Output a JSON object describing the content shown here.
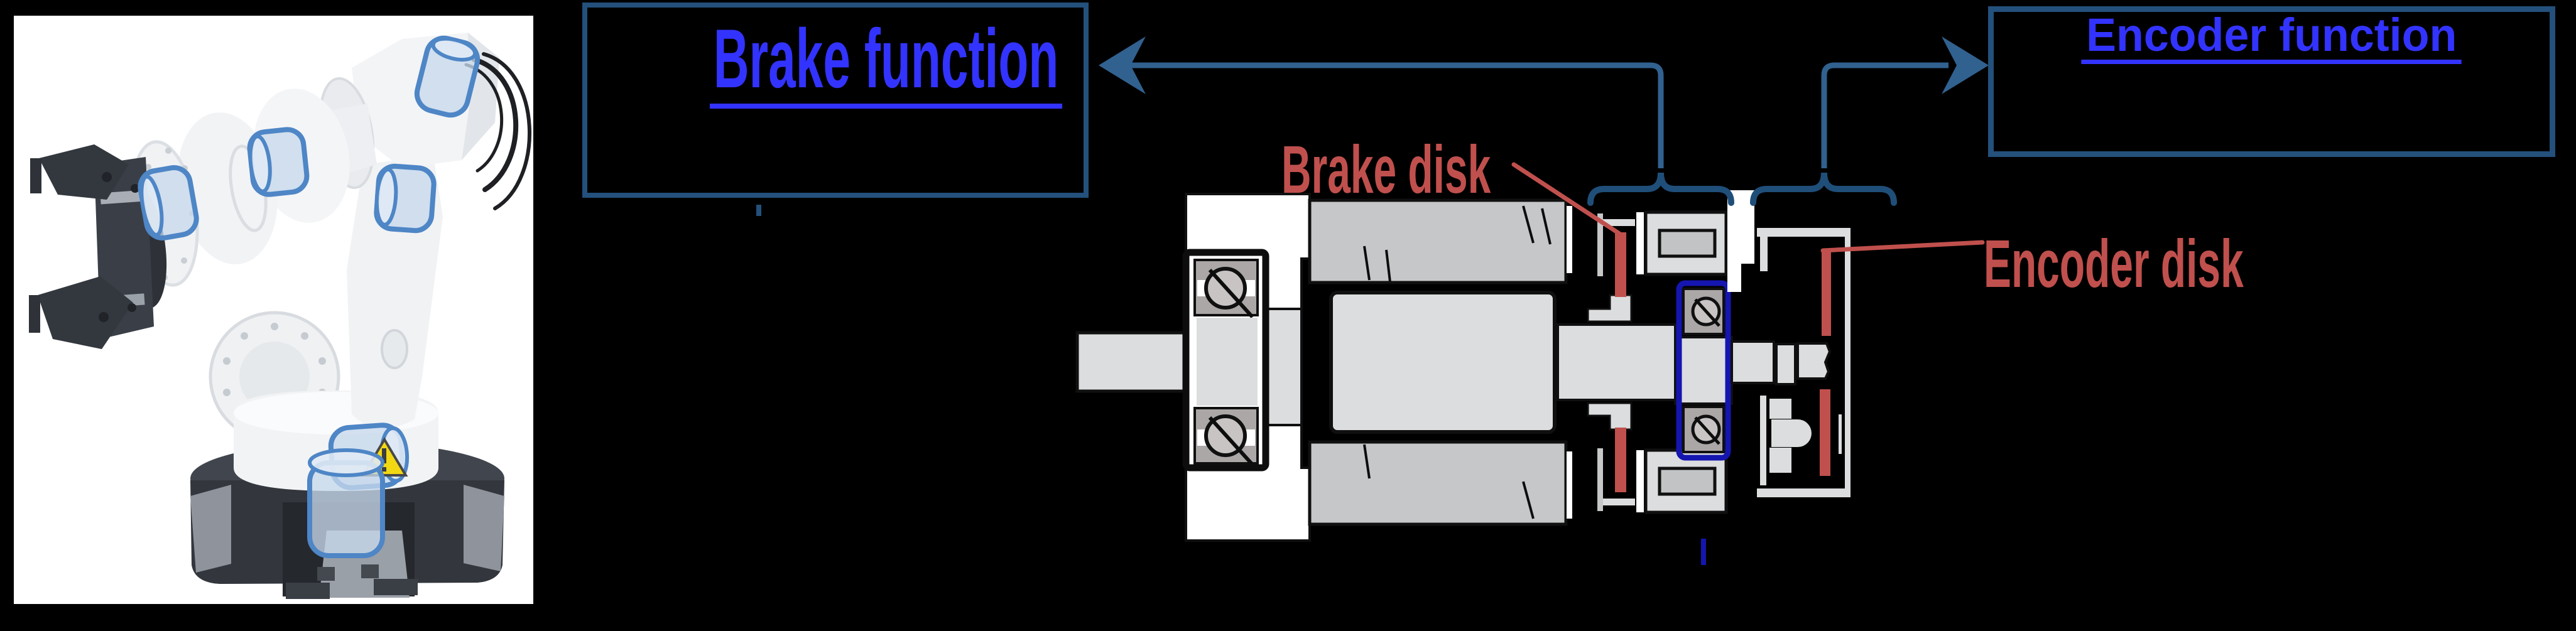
{
  "slide": {
    "brake_box": {
      "title": "Brake function"
    },
    "encoder_box": {
      "title": "Encoder function"
    },
    "labels": {
      "brake_disk": "Brake disk",
      "encoder_disk": "Encoder disk"
    }
  },
  "colors": {
    "page-bg": "#000000",
    "title-blue": "#3333FF",
    "box-border-blue": "#24507C",
    "arrow-blue": "#31618F",
    "brace-navy": "#1F4E79",
    "label-red": "#C0504D",
    "highlight-blue": "#4E86C6",
    "bearing-box-blue": "#1515AF"
  }
}
